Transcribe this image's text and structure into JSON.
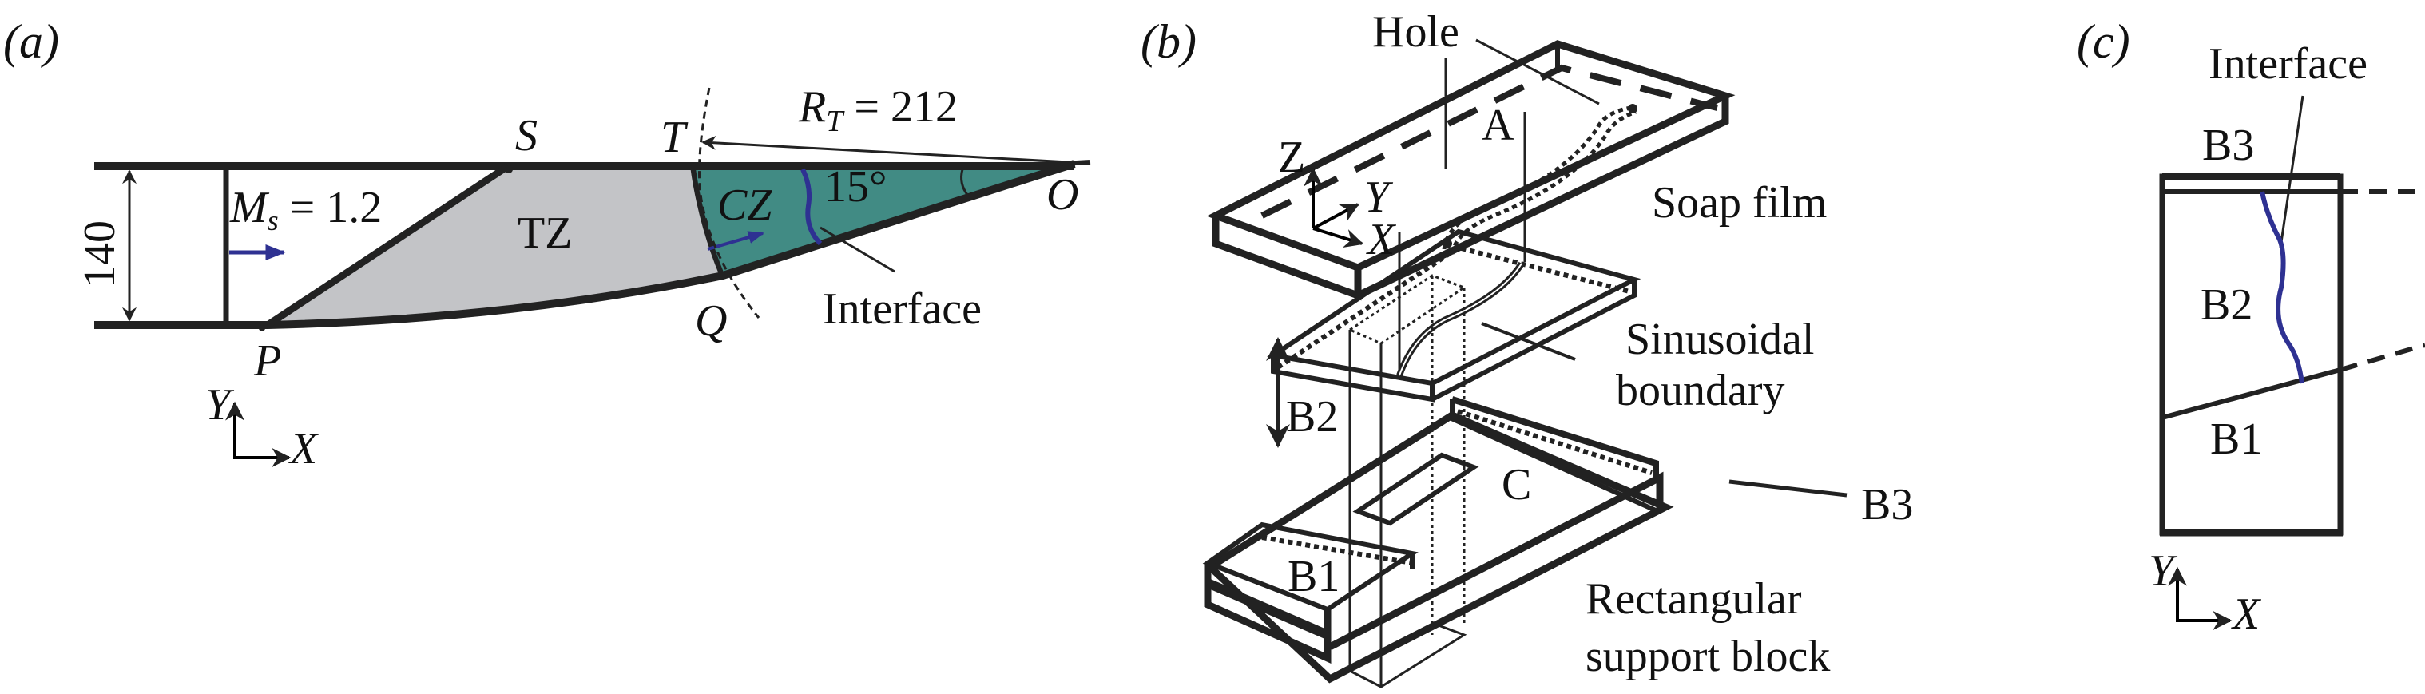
{
  "figure": {
    "panels": [
      {
        "id": "a",
        "label": "(a)",
        "labels": {
          "height_value": "140",
          "mach_symbol": "M",
          "mach_subscript": "s",
          "mach_value": "= 1.2",
          "point_s": "S",
          "point_t": "T",
          "point_q": "Q",
          "point_p": "P",
          "point_o": "O",
          "radius_symbol": "R",
          "radius_subscript": "T",
          "radius_value": "= 212",
          "transition_zone": "TZ",
          "convergent_zone": "CZ",
          "angle": "15°",
          "interface": "Interface",
          "axis_y": "Y",
          "axis_x": "X"
        }
      },
      {
        "id": "b",
        "label": "(b)",
        "labels": {
          "hole": "Hole",
          "plate_a": "A",
          "axis_z": "Z",
          "axis_y": "Y",
          "axis_x": "X",
          "soap_film": "Soap film",
          "sinusoidal_line1": "Sinusoidal",
          "sinusoidal_line2": "boundary",
          "b2": "B2",
          "b3": "B3",
          "plate_c": "C",
          "b1": "B1",
          "support_line1": "Rectangular",
          "support_line2": "support block"
        }
      },
      {
        "id": "c",
        "label": "(c)",
        "labels": {
          "interface": "Interface",
          "b3": "B3",
          "b2": "B2",
          "b1": "B1",
          "axis_y": "Y",
          "axis_x": "X"
        }
      }
    ],
    "colors": {
      "line": "#222222",
      "transition_zone_fill": "#C3C4C7",
      "convergent_zone_fill": "#418B84",
      "interface_blue": "#2E3192"
    }
  }
}
